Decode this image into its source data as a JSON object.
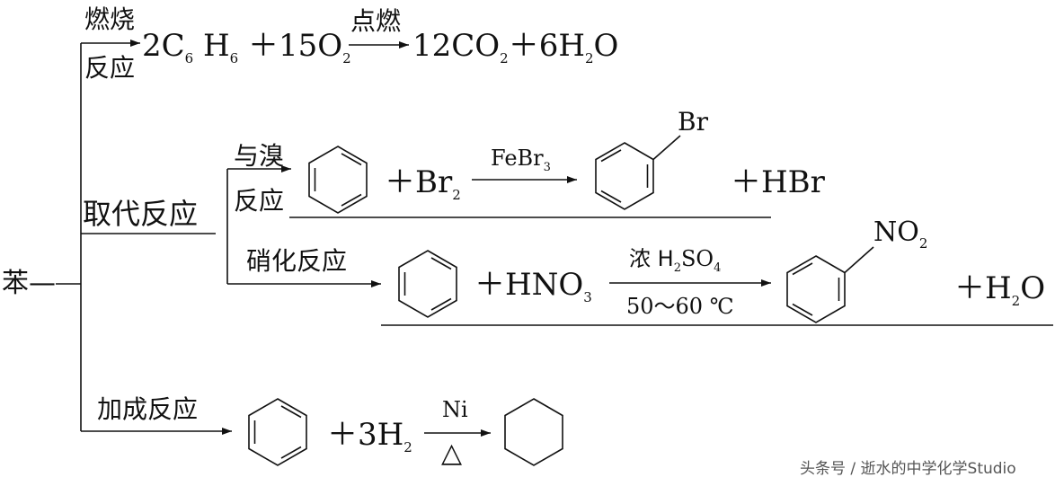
{
  "root": {
    "label": "苯—"
  },
  "combustion": {
    "branch_top": "燃烧",
    "branch_bottom": "反应",
    "reactants": "2C",
    "c_sub": "6",
    "h": "H",
    "h_sub": "6",
    "plus_o2": "＋15O",
    "o2_sub": "2",
    "condition": "点燃",
    "product_co2": "12CO",
    "co2_sub": "2",
    "plus_h2o": "＋6H",
    "h2o_sub": "2",
    "h2o_o": "O"
  },
  "substitution": {
    "label": "取代反应",
    "bromination": {
      "branch_top": "与溴",
      "branch_bottom": "反应",
      "plus_br2": "＋Br",
      "br2_sub": "2",
      "catalyst": "FeBr",
      "catalyst_sub": "3",
      "substituent": "Br",
      "byproduct": "＋HBr"
    },
    "nitration": {
      "branch": "硝化反应",
      "plus_hno3": "＋HNO",
      "hno3_sub": "3",
      "condition_top_prefix": "浓 H",
      "condition_top_sub1": "2",
      "condition_top_mid": "SO",
      "condition_top_sub2": "4",
      "condition_bottom": "50～60 ℃",
      "substituent_no2": "NO",
      "no2_sub": "2",
      "byproduct": "＋H",
      "byproduct_sub": "2",
      "byproduct_o": "O"
    }
  },
  "addition": {
    "label": "加成反应",
    "plus_h2": "＋3H",
    "h2_sub": "2",
    "catalyst": "Ni",
    "heat_symbol": "△"
  },
  "watermark": "头条号 / 逝水的中学化学Studio"
}
